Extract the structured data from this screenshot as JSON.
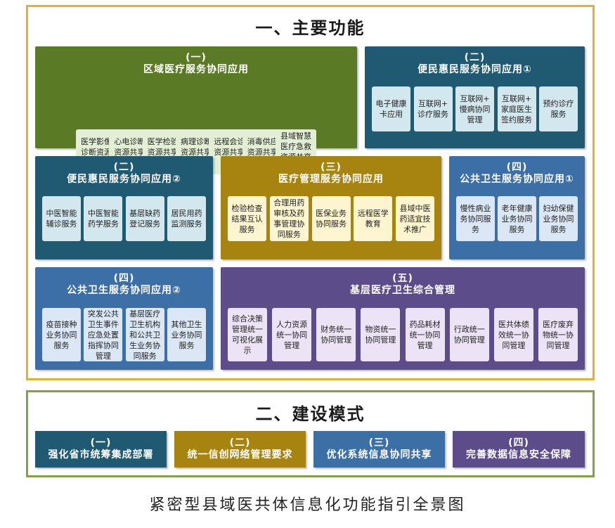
{
  "colors": {
    "frame_top": "#e3b32b",
    "frame_bottom": "#7ea447",
    "green": "#5b7a25",
    "teal": "#1f5a72",
    "gold": "#a78410",
    "blue": "#3c6fa6",
    "purple": "#5d4c8a",
    "item_green": "#e3efd4",
    "item_teal": "#d3e7ef",
    "item_gold": "#fdf5cf",
    "item_blue": "#dbe7f5",
    "item_purple": "#ece4f6"
  },
  "section1": {
    "title": "一、主要功能"
  },
  "groups": {
    "g1": {
      "num": "(一)",
      "title": "区域医疗服务协同应用",
      "items": [
        "医学影像\n诊断资源\n共享中心",
        "心电诊断\n资源共享\n中心",
        "医学检验\n资源共享\n中心",
        "病理诊断\n资源共享\n中心",
        "远程会诊\n资源共享\n中心",
        "消毒供应\n资源共享\n中心",
        "县域智慧\n医疗急救\n资源共享\n中心"
      ]
    },
    "g2a": {
      "num": "(二)",
      "title": "便民惠民服务协同应用①",
      "items": [
        "电子健康\n卡应用",
        "互联网+\n诊疗服务",
        "互联网+\n慢病协同\n管理",
        "互联网+\n家庭医生\n签约服务",
        "预约诊疗\n服务"
      ]
    },
    "g2b": {
      "num": "(二)",
      "title": "便民惠民服务协同应用②",
      "items": [
        "中医智能\n辅诊服务",
        "中医智能\n药学服务",
        "基层缺药\n登记服务",
        "居民用药\n监测服务"
      ]
    },
    "g3": {
      "num": "(三)",
      "title": "医疗管理服务协同应用",
      "items": [
        "检验检查\n结果互认\n服务",
        "合理用药\n审核及药\n事管理协\n同服务",
        "医保业务\n协同服务",
        "远程医学\n教育",
        "县域中医\n药适宜技\n术推广"
      ]
    },
    "g4a": {
      "num": "(四)",
      "title": "公共卫生服务协同应用①",
      "items": [
        "慢性病业\n务协同服\n务",
        "老年健康\n业务协同\n服务",
        "妇幼保健\n业务协同\n服务"
      ]
    },
    "g4b": {
      "num": "(四)",
      "title": "公共卫生服务协同应用②",
      "items": [
        "疫苗接种\n业务协同\n服务",
        "突发公共\n卫生事件\n应急处置\n指挥协同\n管理",
        "基层医疗\n卫生机构\n和公共卫\n生业务协\n同服务",
        "其他卫生\n业务协同\n服务"
      ]
    },
    "g5": {
      "num": "(五)",
      "title": "基层医疗卫生综合管理",
      "items": [
        "综合决策\n管理统一\n可视化展\n示",
        "人力资源\n统一协同\n管理",
        "财务统一\n协同管理",
        "物资统一\n协同管理",
        "药品耗材\n统一协同\n管理",
        "行政统一\n协同管理",
        "医共体绩\n效统一协\n同管理",
        "医疗废弃\n物统一协\n同管理"
      ]
    }
  },
  "section2": {
    "title": "二、建设模式",
    "modes": [
      {
        "num": "(一)",
        "label": "强化省市统筹集成部署"
      },
      {
        "num": "(二)",
        "label": "统一信创网络管理要求"
      },
      {
        "num": "(三)",
        "label": "优化系统信息协同共享"
      },
      {
        "num": "(四)",
        "label": "完善数据信息安全保障"
      }
    ]
  },
  "caption": "紧密型县域医共体信息化功能指引全景图"
}
